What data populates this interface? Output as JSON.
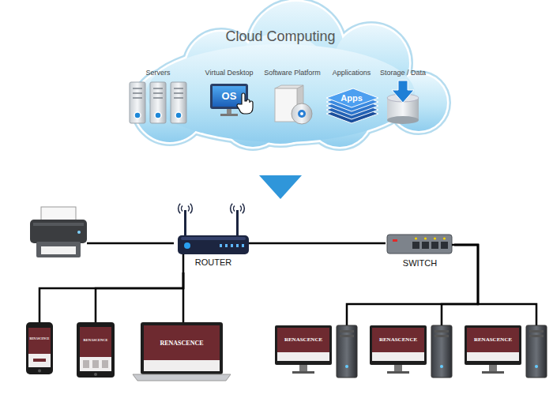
{
  "diagram": {
    "nodes": [
      {
        "text": [
          "Cloud Computing"
        ]
      },
      {
        "text": [
          "Servers"
        ],
        "in": 0
      },
      {
        "text": [
          "Virtual Desktop",
          "OS"
        ],
        "in": 0
      },
      {
        "text": [
          "Software Platform"
        ],
        "in": 0
      },
      {
        "text": [
          "Applications",
          "Apps"
        ],
        "in": 0
      },
      {
        "text": [
          "Storage / Data"
        ],
        "in": 0
      },
      {
        "text": [
          "ROUTER"
        ]
      },
      {
        "text": [
          "SWITCH"
        ]
      },
      {
        "text": [
          "RENASCENCE"
        ]
      },
      {
        "text": [
          "RENASCENCE"
        ]
      },
      {
        "text": [
          "RENASCENCE"
        ]
      },
      {
        "text": [
          "RENASCENCE"
        ]
      },
      {
        "text": [
          "RENASCENCE"
        ]
      },
      {
        "text": [
          "RENASCENCE"
        ]
      }
    ],
    "edges": [
      {
        "from": 0,
        "to": 6,
        "arrow": "to"
      },
      {
        "from": 6,
        "to": 7,
        "arrow": "none"
      },
      {
        "from": 6,
        "to": 8,
        "arrow": "none"
      },
      {
        "from": 6,
        "to": 9,
        "arrow": "none"
      },
      {
        "from": 6,
        "to": 10,
        "arrow": "none"
      },
      {
        "from": 7,
        "to": 11,
        "arrow": "none"
      },
      {
        "from": 7,
        "to": 12,
        "arrow": "none"
      },
      {
        "from": 7,
        "to": 13,
        "arrow": "none"
      }
    ]
  }
}
